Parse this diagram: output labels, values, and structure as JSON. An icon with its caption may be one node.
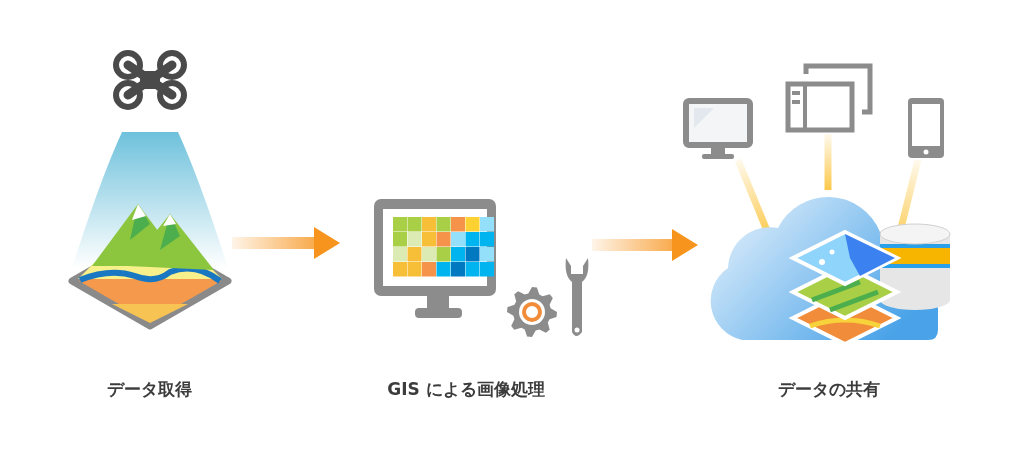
{
  "diagram": {
    "nodes": [
      {
        "text": [
          "データ取得"
        ]
      },
      {
        "text": [
          "GIS による画像処理"
        ]
      },
      {
        "text": [
          "データの共有"
        ]
      },
      {
        "text": [],
        "shape": "picture"
      },
      {
        "text": [],
        "shape": "picture"
      },
      {
        "text": [],
        "shape": "picture"
      }
    ],
    "edges": [
      {
        "from": 0,
        "to": 1,
        "arrow": "to",
        "color": "#f7941d"
      },
      {
        "from": 1,
        "to": 2,
        "arrow": "to",
        "color": "#f7941d"
      },
      {
        "from": 3,
        "to": 2,
        "arrow": "none"
      },
      {
        "from": 4,
        "to": 2,
        "arrow": "none"
      },
      {
        "from": 5,
        "to": 2,
        "arrow": "none"
      }
    ]
  }
}
